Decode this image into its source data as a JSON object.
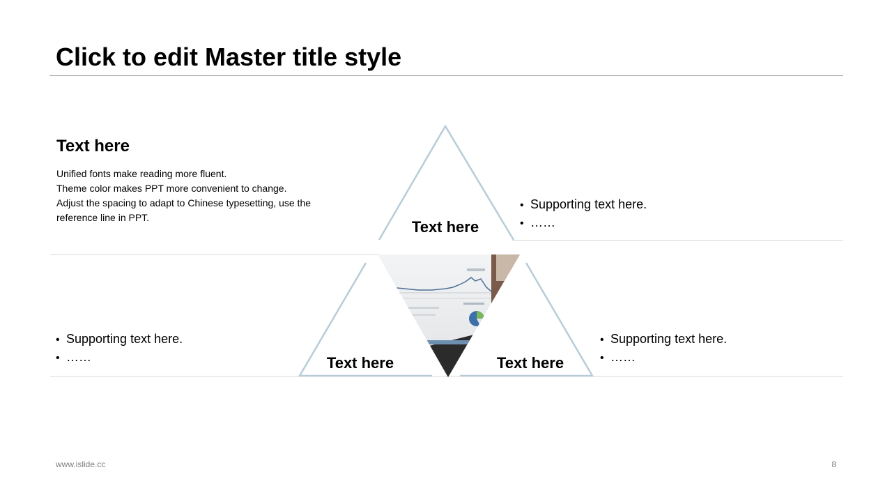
{
  "slide": {
    "title": "Click to edit Master title style",
    "footer_url": "www.islide.cc",
    "page_number": "8"
  },
  "intro": {
    "heading": "Text here",
    "lines": [
      "Unified fonts make reading more fluent.",
      "Theme color makes PPT more convenient to change.",
      "Adjust the spacing to adapt to Chinese typesetting, use the",
      "reference line in PPT."
    ]
  },
  "triangles": {
    "top_label": "Text here",
    "left_label": "Text here",
    "right_label": "Text here"
  },
  "bullet_groups": {
    "top_right": [
      "Supporting text here.",
      "……"
    ],
    "bottom_left": [
      "Supporting text here.",
      "……"
    ],
    "bottom_right": [
      "Supporting text here.",
      "……"
    ]
  },
  "colors": {
    "triangle_stroke": "#b8ccd8",
    "divider": "#d9d9d9",
    "title_rule": "#a6a6a6"
  },
  "icons": {
    "center_image": "chart-on-monitor-photo"
  }
}
